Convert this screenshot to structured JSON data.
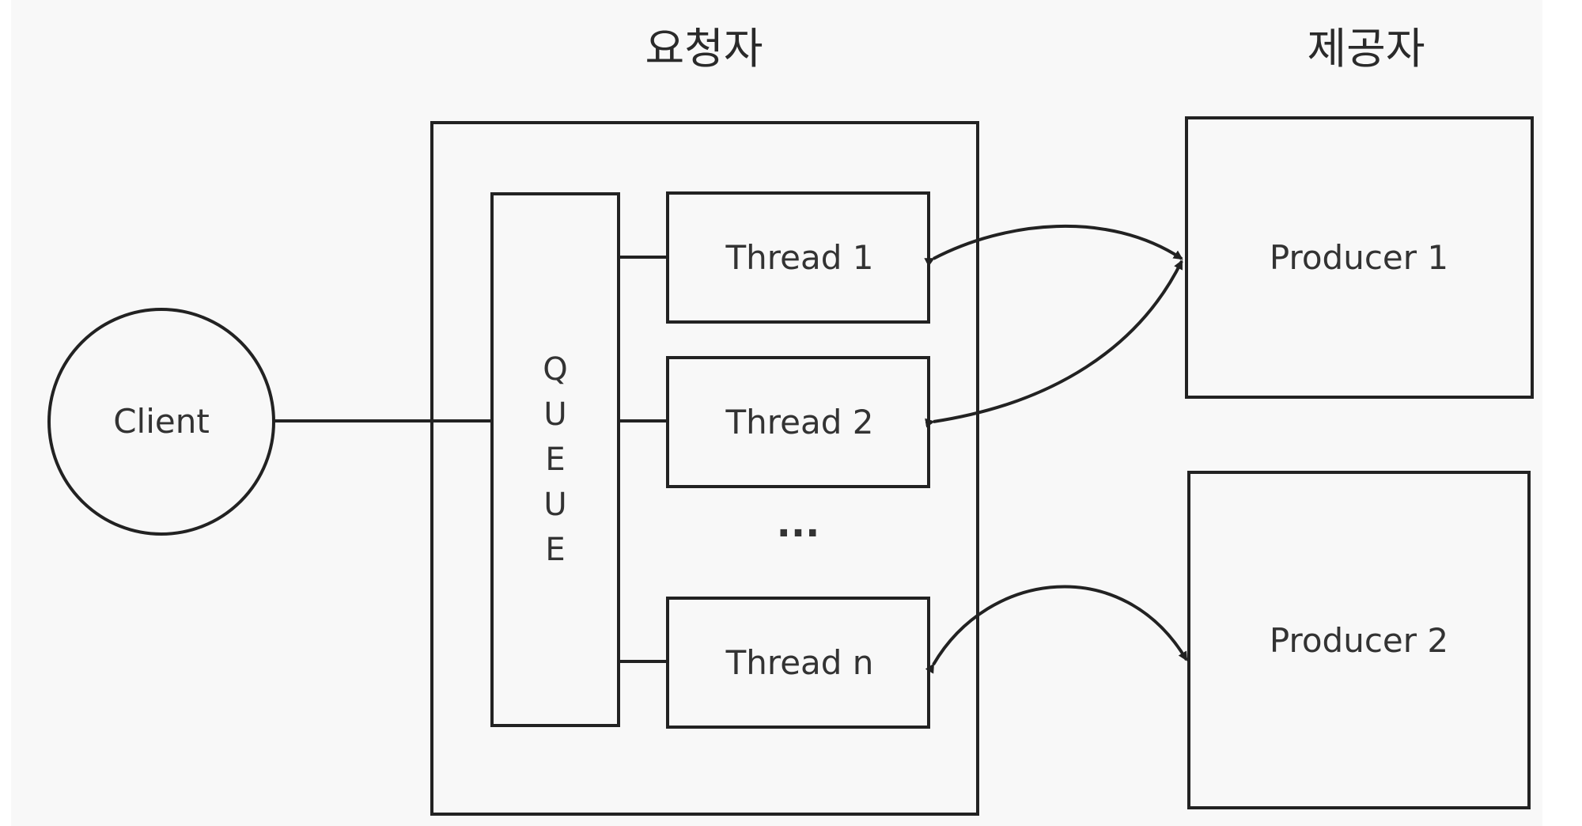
{
  "headings": {
    "requester": "요청자",
    "provider": "제공자"
  },
  "client": {
    "label": "Client"
  },
  "queue": {
    "letters": [
      "Q",
      "U",
      "E",
      "U",
      "E"
    ]
  },
  "threads": [
    {
      "label": "Thread 1"
    },
    {
      "label": "Thread 2"
    },
    {
      "label": "Thread n"
    }
  ],
  "ellipsis": "···",
  "producers": [
    {
      "label": "Producer 1"
    },
    {
      "label": "Producer 2"
    }
  ],
  "colors": {
    "stroke": "#222222",
    "text": "#333333",
    "background": "#ffffff"
  }
}
